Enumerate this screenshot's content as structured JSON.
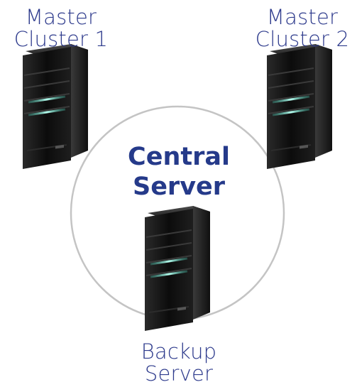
{
  "colors": {
    "label_text": "#2d3a8c",
    "central_text": "#253a8a",
    "ring": "#c4c4c4",
    "server_body": "#141414",
    "server_led": "#8ff0dc"
  },
  "nodes": {
    "master1": {
      "line1": "Master",
      "line2": "Cluster 1",
      "icon": "server-tower-icon"
    },
    "master2": {
      "line1": "Master",
      "line2": "Cluster 2",
      "icon": "server-tower-icon"
    },
    "backup": {
      "line1": "Backup",
      "line2": "Server",
      "icon": "server-tower-icon"
    }
  },
  "center": {
    "line1": "Central",
    "line2": "Server"
  },
  "edges": [
    {
      "type": "ring",
      "connects": [
        "master1",
        "master2",
        "backup"
      ]
    }
  ]
}
